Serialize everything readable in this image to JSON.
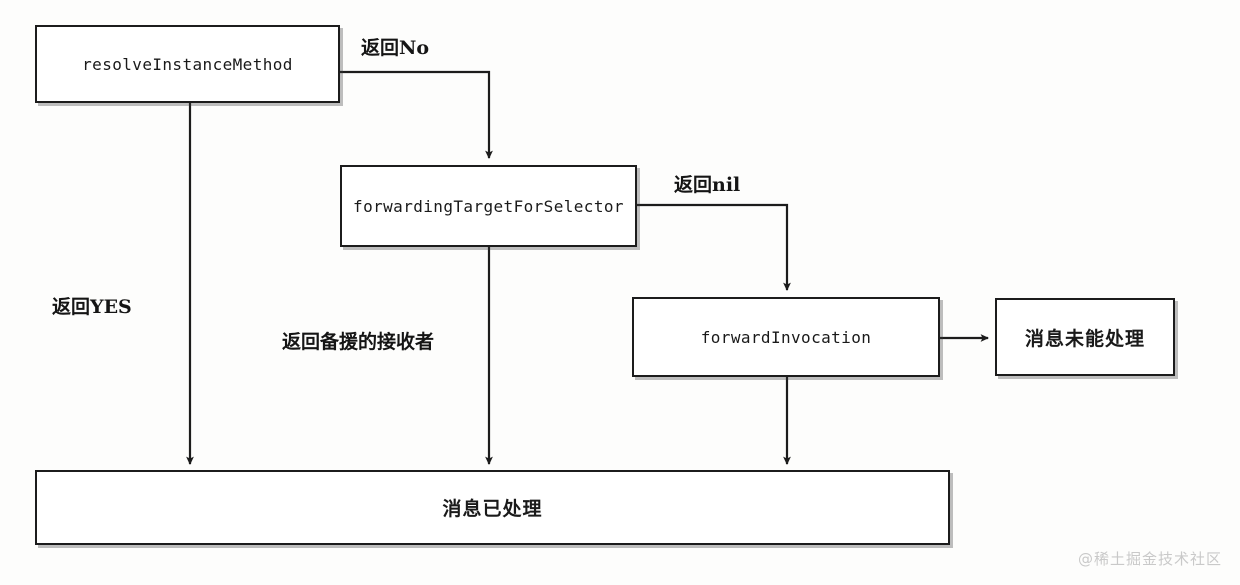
{
  "diagram": {
    "title": "Objective-C message forwarding flowchart",
    "ink_color": "#1c1c1c",
    "paper_color": "#fdfdfc",
    "nodes": [
      {
        "id": "resolveInstanceMethod",
        "label": "resolveInstanceMethod",
        "script": "latin"
      },
      {
        "id": "forwardingTargetForSelector",
        "label": "forwardingTargetForSelector",
        "script": "latin"
      },
      {
        "id": "forwardInvocation",
        "label": "forwardInvocation",
        "script": "latin"
      },
      {
        "id": "messageNotHandled",
        "label": "消息未能处理",
        "script": "cjk"
      },
      {
        "id": "messageHandled",
        "label": "消息已处理",
        "script": "cjk"
      }
    ],
    "edges": [
      {
        "id": "e1",
        "from": "resolveInstanceMethod",
        "to": "forwardingTargetForSelector",
        "label": "返回No"
      },
      {
        "id": "e2",
        "from": "resolveInstanceMethod",
        "to": "messageHandled",
        "label": "返回YES"
      },
      {
        "id": "e3",
        "from": "forwardingTargetForSelector",
        "to": "forwardInvocation",
        "label": "返回nil"
      },
      {
        "id": "e4",
        "from": "forwardingTargetForSelector",
        "to": "messageHandled",
        "label": "返回备援的接收者"
      },
      {
        "id": "e5",
        "from": "forwardInvocation",
        "to": "messageNotHandled",
        "label": ""
      },
      {
        "id": "e6",
        "from": "forwardInvocation",
        "to": "messageHandled",
        "label": ""
      }
    ]
  },
  "watermark": {
    "text": "@稀土掘金技术社区"
  }
}
